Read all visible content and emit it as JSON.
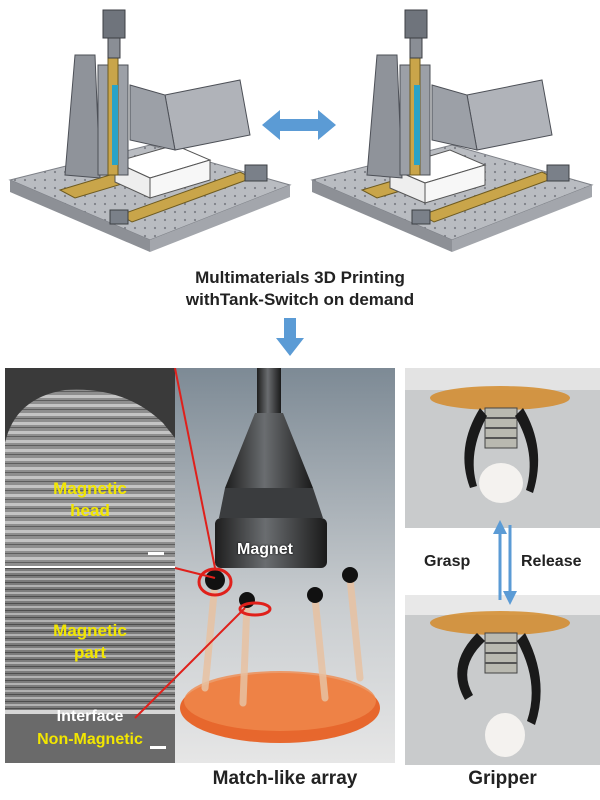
{
  "top": {
    "caption_line1": "Multimaterials 3D Printing",
    "caption_line2": "withTank-Switch on demand"
  },
  "sem": {
    "head_line1": "Magnetic",
    "head_line2": "head",
    "part_line1": "Magnetic",
    "part_line2": "part",
    "interface": "Interface",
    "non_magnetic": "Non-Magnetic"
  },
  "photo": {
    "magnet_label": "Magnet",
    "caption": "Match-like array"
  },
  "gripper": {
    "grasp": "Grasp",
    "release": "Release",
    "caption": "Gripper"
  },
  "colors": {
    "arrow_blue": "#5b9bd5",
    "label_yellow": "#f2e600",
    "pointer_red": "#e0201b"
  }
}
